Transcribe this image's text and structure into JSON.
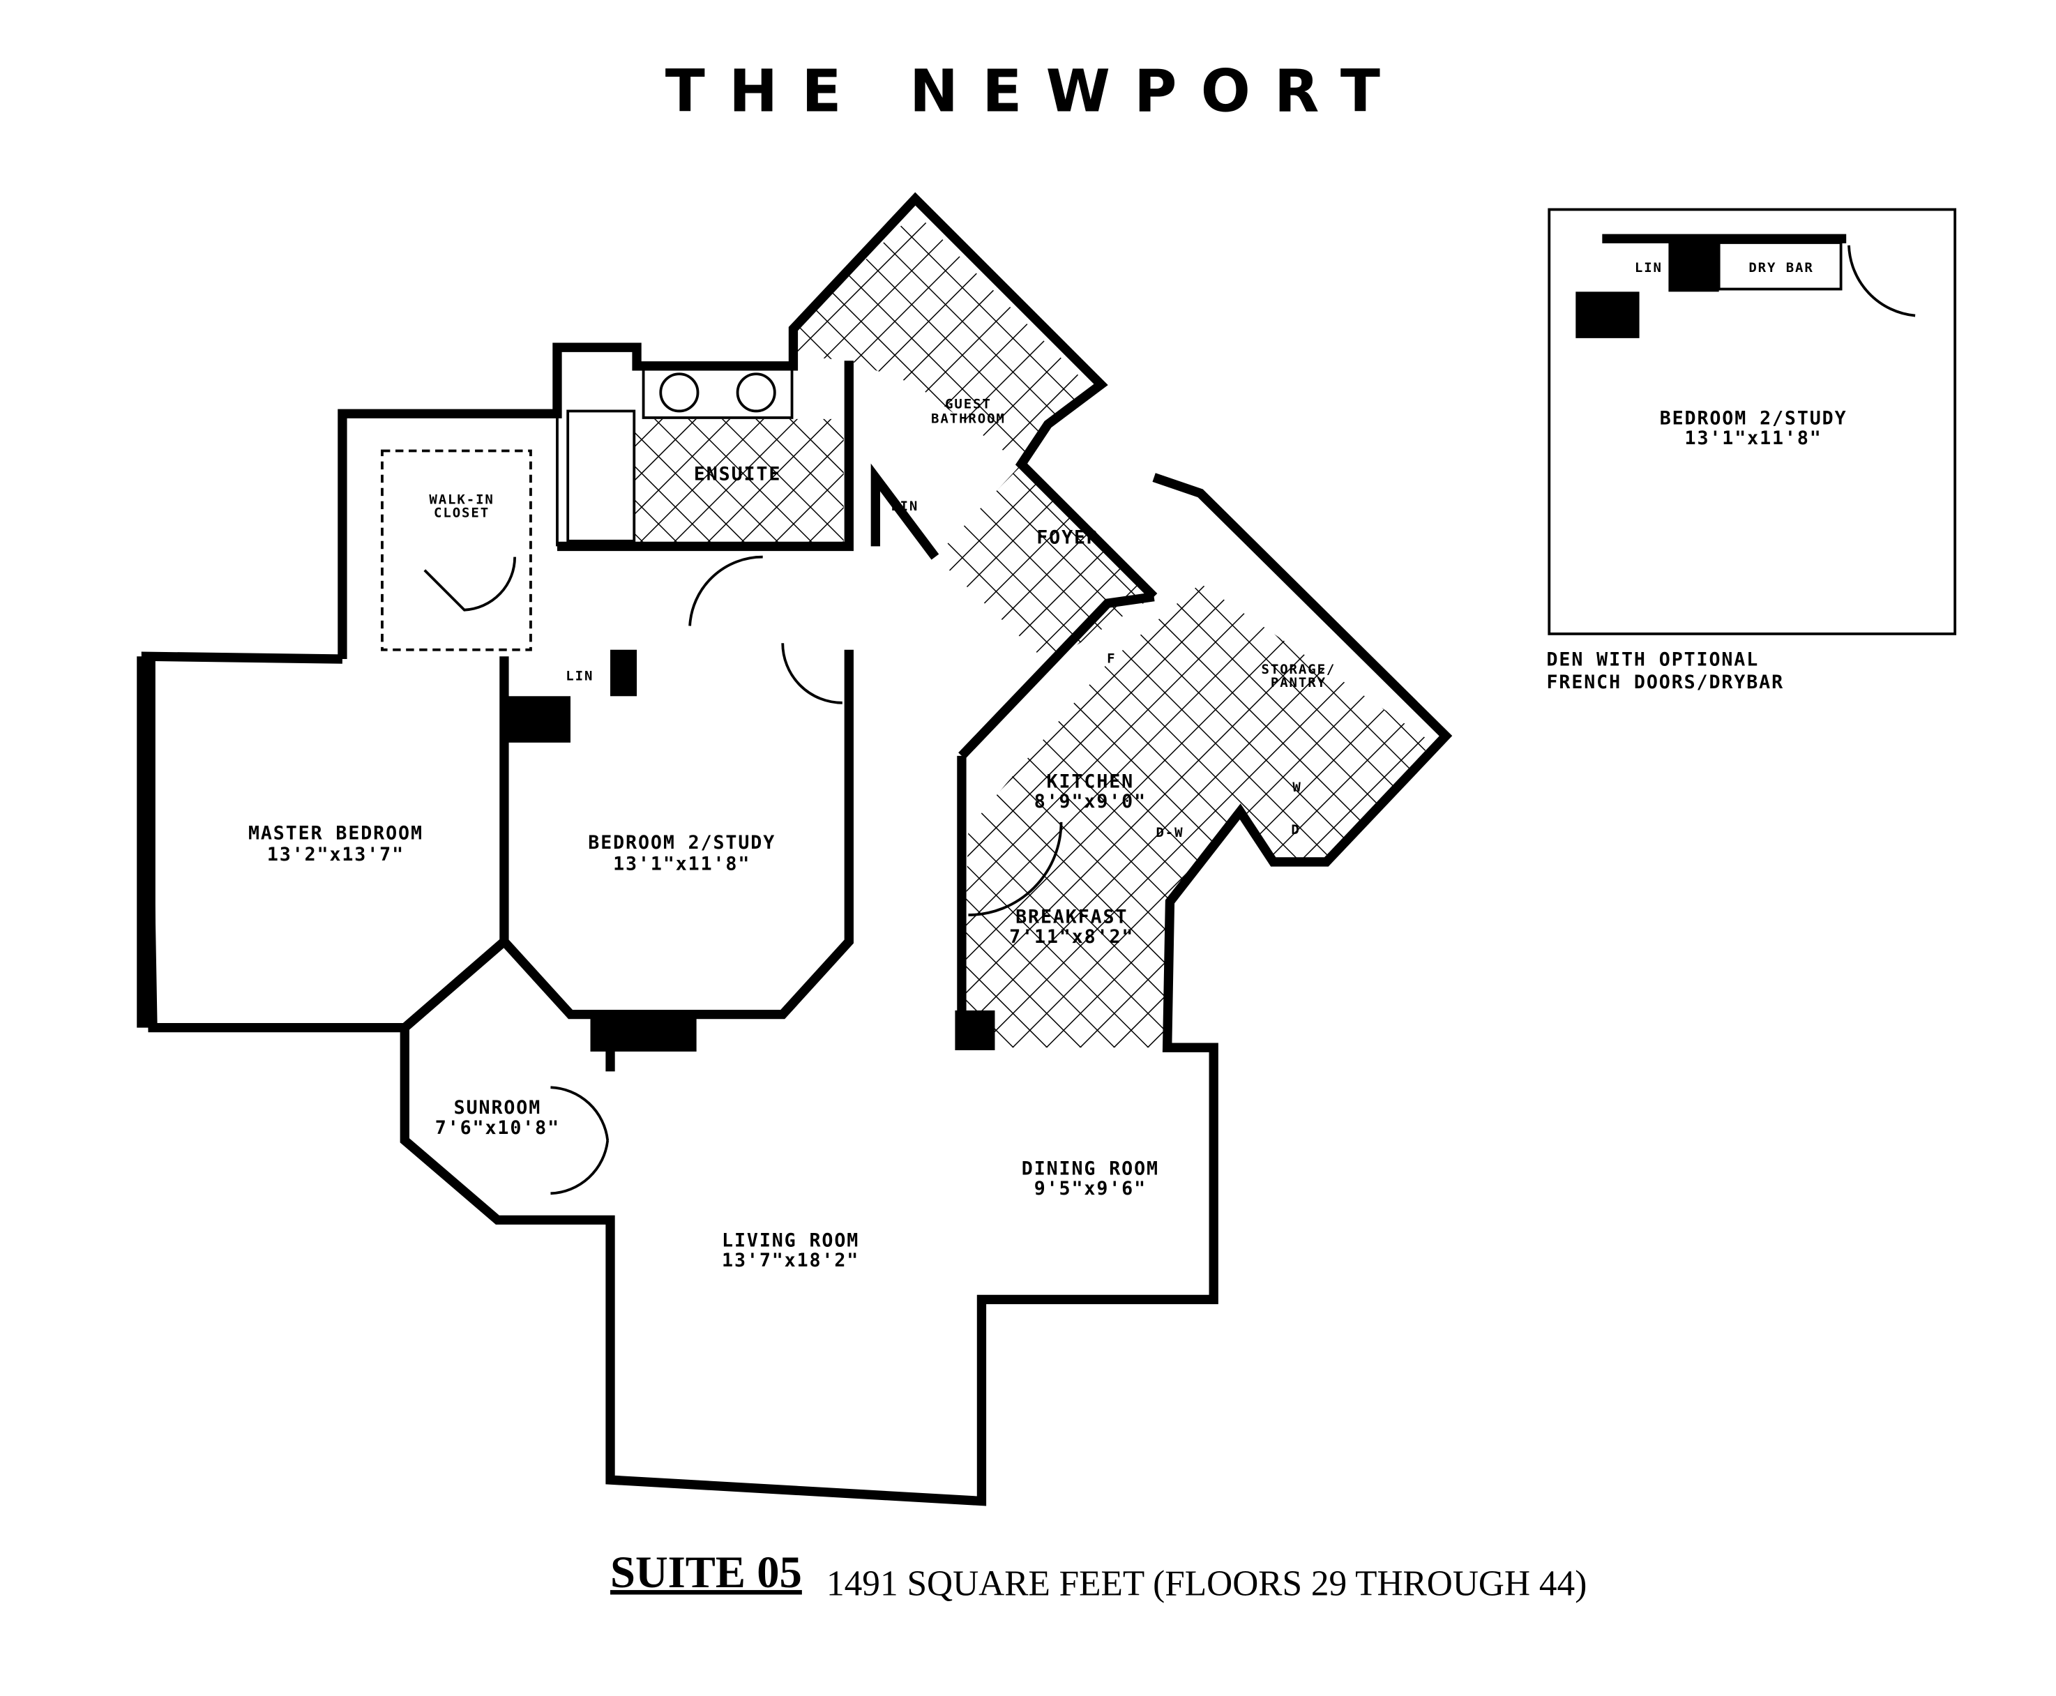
{
  "title": "THE NEWPORT",
  "rooms": {
    "master_bedroom": {
      "name": "MASTER BEDROOM",
      "size": "13'2\"x13'7\""
    },
    "bedroom2": {
      "name": "BEDROOM 2/STUDY",
      "size": "13'1\"x11'8\""
    },
    "walkin_closet": {
      "line1": "WALK-IN",
      "line2": "CLOSET"
    },
    "ensuite": {
      "name": "ENSUITE"
    },
    "guest_bathroom": {
      "line1": "GUEST",
      "line2": "BATHROOM"
    },
    "lin_bath": "LIN",
    "lin_bed2": "LIN",
    "foyer": {
      "name": "FOYER"
    },
    "kitchen": {
      "name": "KITCHEN",
      "size": "8'9\"x9'0\""
    },
    "storage": {
      "line1": "STORAGE/",
      "line2": "PANTRY"
    },
    "fridge": "F",
    "washer": "W",
    "dryer": "D",
    "dishwasher": "D-W",
    "breakfast": {
      "name": "BREAKFAST",
      "size": "7'11\"x8'2\""
    },
    "sunroom": {
      "name": "SUNROOM",
      "size": "7'6\"x10'8\""
    },
    "dining_room": {
      "name": "DINING ROOM",
      "size": "9'5\"x9'6\""
    },
    "living_room": {
      "name": "LIVING ROOM",
      "size": "13'7\"x18'2\""
    }
  },
  "inset": {
    "lin": "LIN",
    "dry_bar": "DRY BAR",
    "room_name": "BEDROOM 2/STUDY",
    "room_size": "13'1\"x11'8\"",
    "caption_line1": "DEN WITH OPTIONAL",
    "caption_line2": "FRENCH DOORS/DRYBAR"
  },
  "footer": {
    "suite": "SUITE 05",
    "details": "1491 SQUARE FEET (FLOORS 29 THROUGH 44)"
  }
}
